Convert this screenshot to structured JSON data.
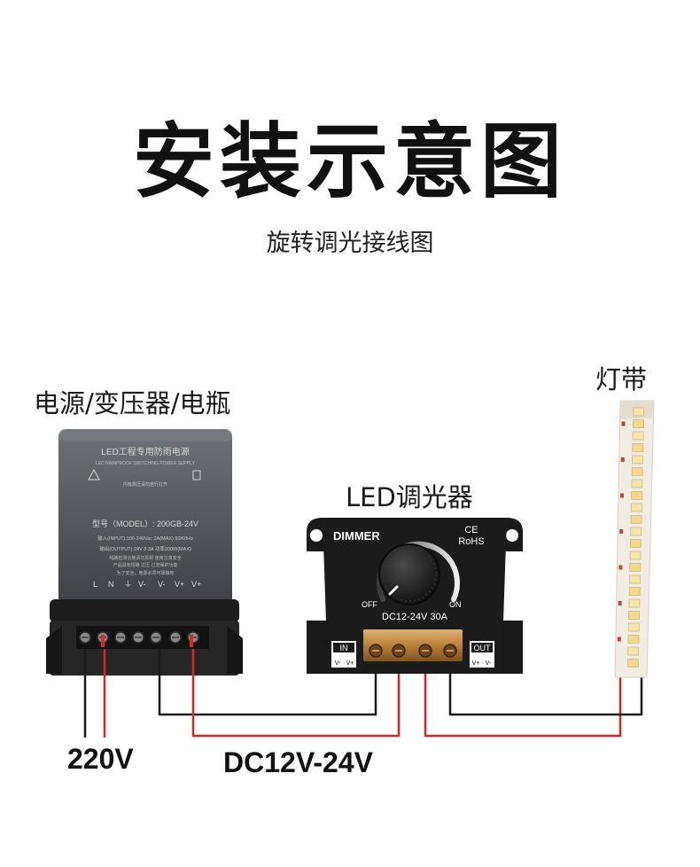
{
  "title": "安装示意图",
  "subtitle": "旋转调光接线图",
  "labels": {
    "power_supply": "电源/变压器/电瓶",
    "dimmer": "LED调光器",
    "strip": "灯带",
    "voltage_in": "220V",
    "voltage_dc": "DC12V-24V"
  },
  "power_supply": {
    "heading": "LED工程专用防雨电源",
    "heading_en": "LED RAINPROOF SWITCHING POWER SUPPLY",
    "model": "型号（MODEL）: 200GB-24V",
    "input": "输入(INPUT):180-240Vac 2A(MAX) 50/60Hz",
    "output": "输出(OUTPUT):24V 8.3A 功率200W(MAX)",
    "note1": "线路检测合格请勿拆卸 使用注意安全",
    "note2": "产品具有短路 过压 过流保护功能",
    "note3": "内有高压请勿自行打开",
    "note4": "为了安全，电源必须可靠接地",
    "terminals": [
      "L",
      "N",
      "⏚",
      "V-",
      "V-",
      "V+",
      "V+"
    ]
  },
  "dimmer": {
    "brand": "DIMMER",
    "ce": "CE",
    "rohs": "RoHS",
    "off": "OFF",
    "on": "ON",
    "spec": "DC12-24V  30A",
    "in_label": "IN",
    "out_label": "OUT",
    "in_terms": [
      "V-",
      "V+"
    ],
    "out_terms": [
      "V+",
      "V-"
    ]
  },
  "colors": {
    "wire_red": "#d8262c",
    "wire_black": "#1a1a1a",
    "body_dark": "#1c1c1c",
    "psu_gray": "#5b5e63",
    "brass": "#b8823c"
  }
}
